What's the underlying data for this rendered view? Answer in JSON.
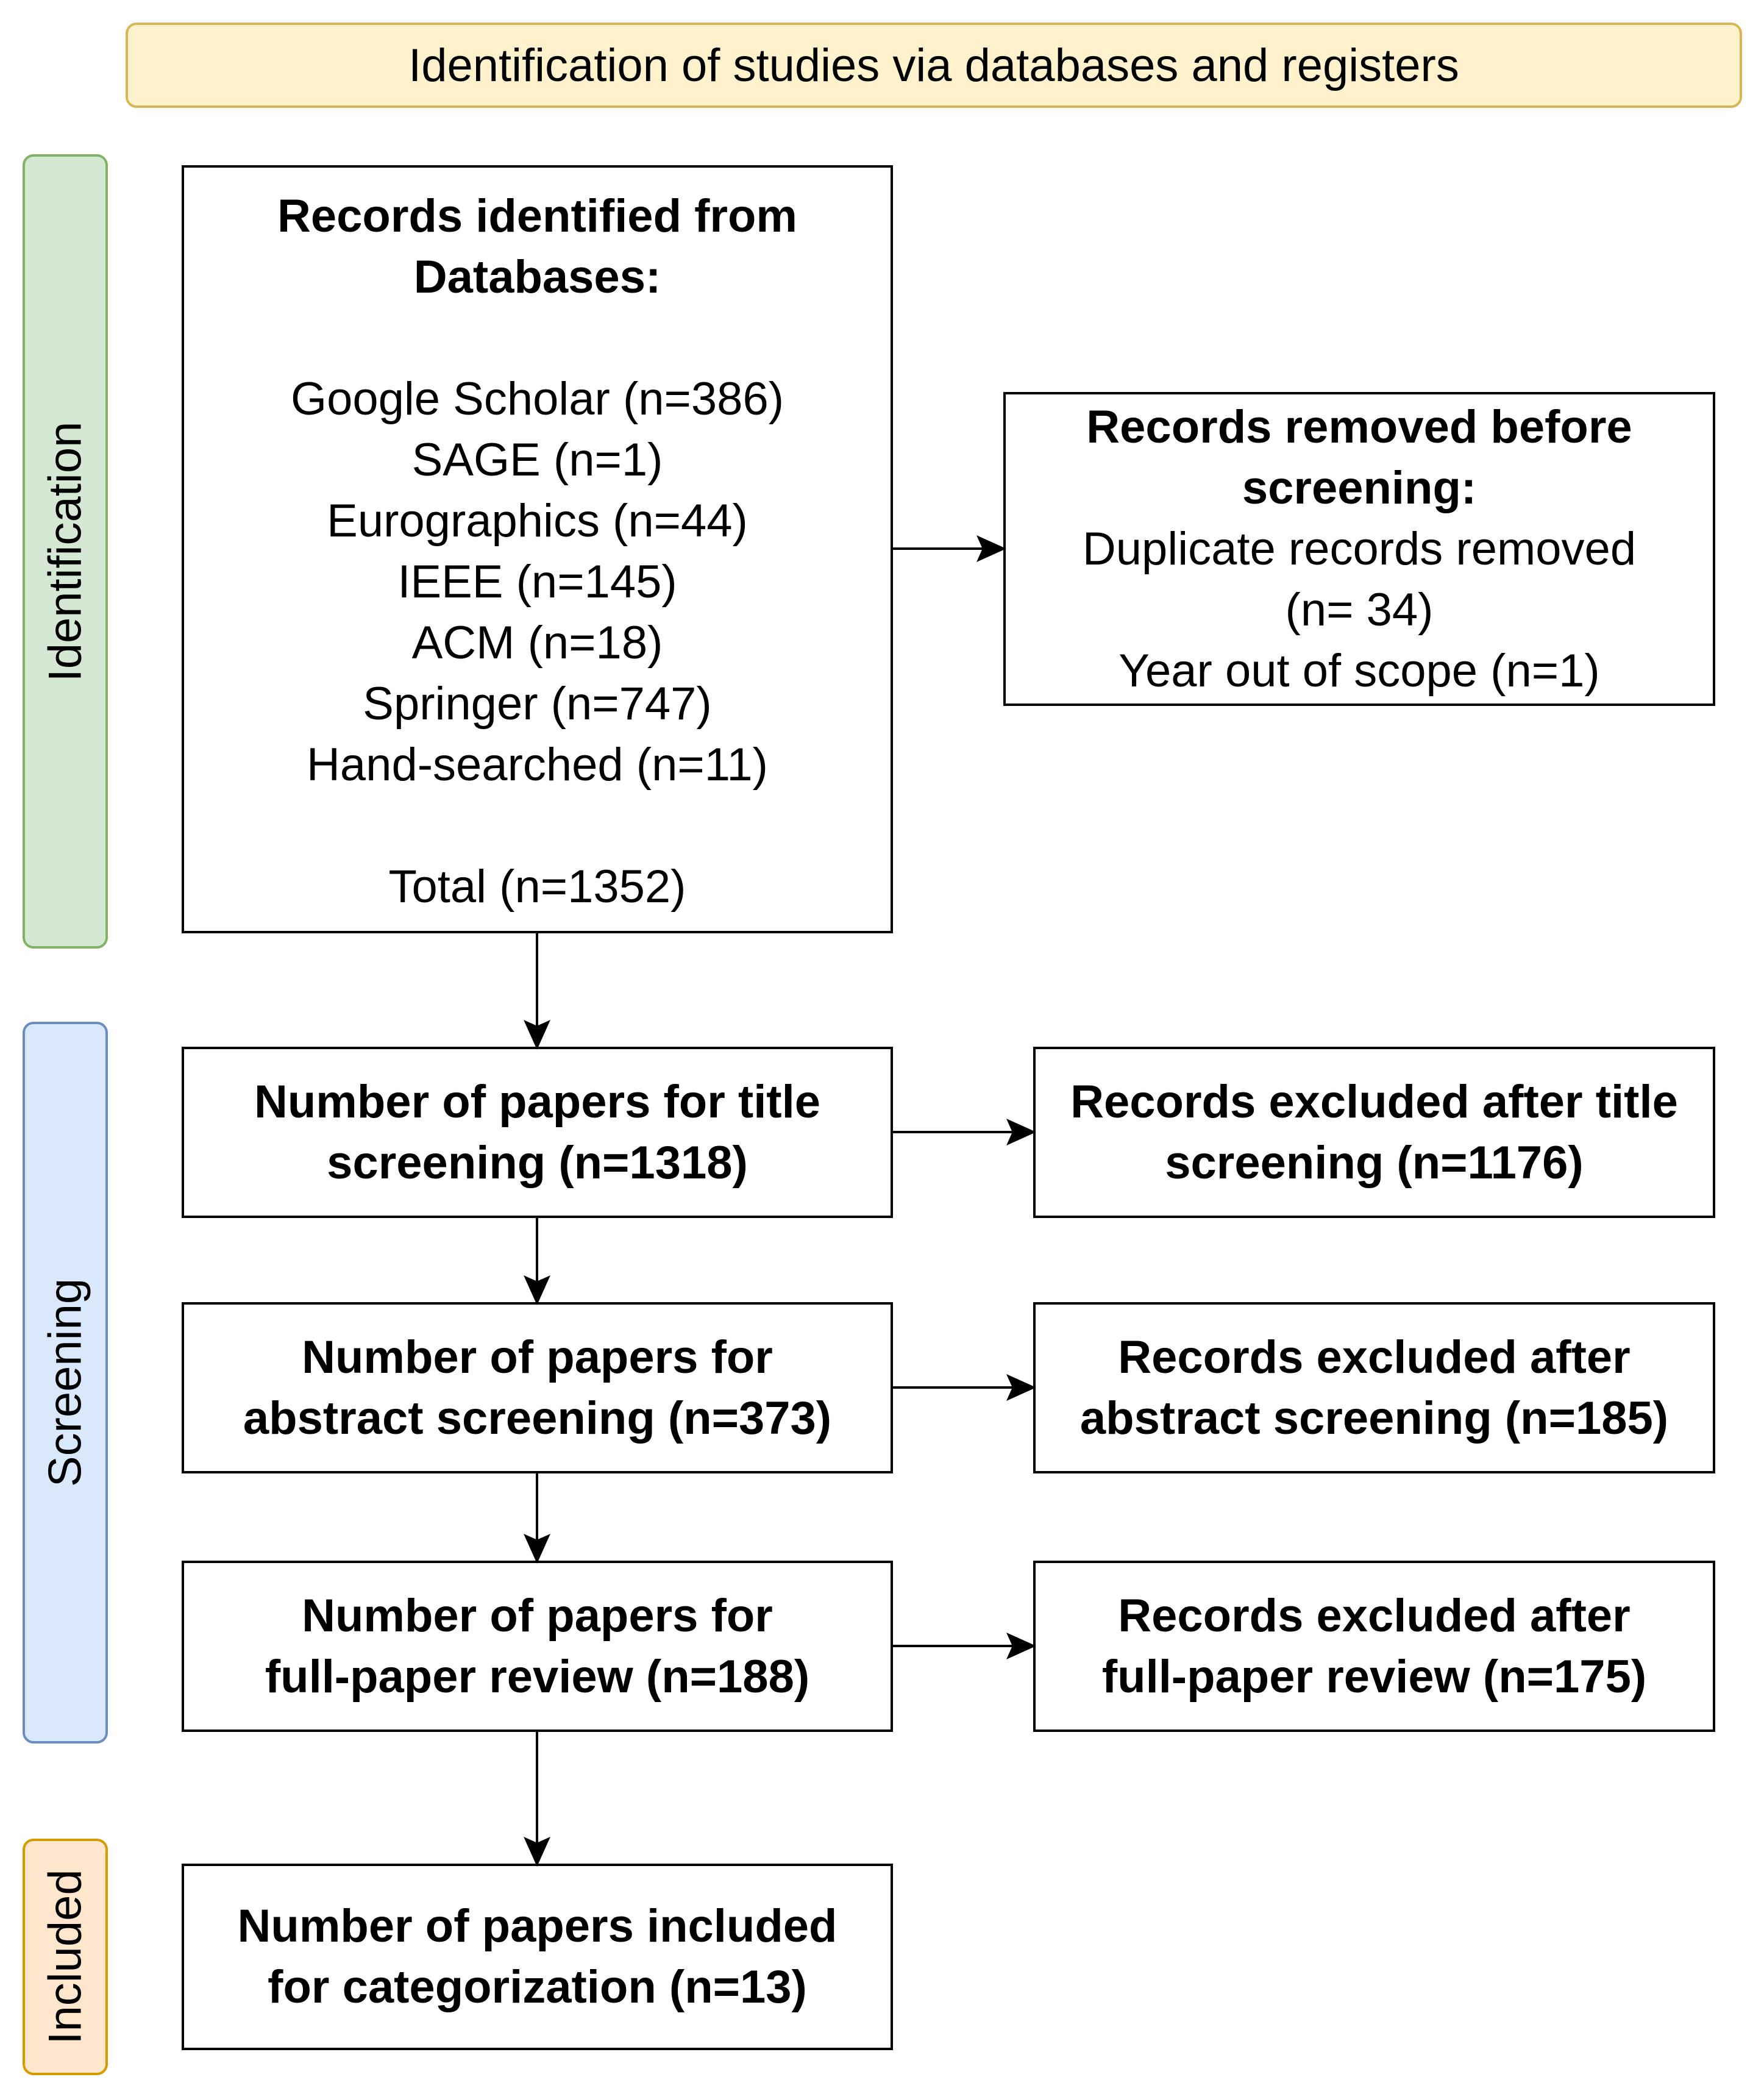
{
  "header": {
    "title": "Identification of studies via databases and registers"
  },
  "phases": {
    "identification": "Identification",
    "screening": "Screening",
    "included": "Included"
  },
  "records_identified": {
    "title_line1": "Records identified from",
    "title_line2": "Databases:",
    "sources": [
      "Google Scholar (n=386)",
      "SAGE (n=1)",
      "Eurographics (n=44)",
      "IEEE (n=145)",
      "ACM (n=18)",
      "Springer (n=747)",
      "Hand-searched (n=11)"
    ],
    "total": "Total (n=1352)"
  },
  "records_removed": {
    "title_line1": "Records removed before",
    "title_line2": "screening:",
    "line1": "Duplicate records removed",
    "line2": "(n= 34)",
    "line3": "Year out of scope (n=1)"
  },
  "title_screening": {
    "line1": "Number of papers for title",
    "line2": "screening (n=1318)"
  },
  "title_excluded": {
    "line1": "Records excluded after title",
    "line2": "screening (n=1176)"
  },
  "abstract_screening": {
    "line1": "Number of papers for",
    "line2": "abstract screening (n=373)"
  },
  "abstract_excluded": {
    "line1": "Records excluded after",
    "line2": "abstract screening (n=185)"
  },
  "fullpaper_review": {
    "line1": "Number of papers for",
    "line2": "full-paper review (n=188)"
  },
  "fullpaper_excluded": {
    "line1": "Records excluded after",
    "line2": "full-paper review (n=175)"
  },
  "included": {
    "line1": "Number of papers included",
    "line2": "for categorization (n=13)"
  }
}
